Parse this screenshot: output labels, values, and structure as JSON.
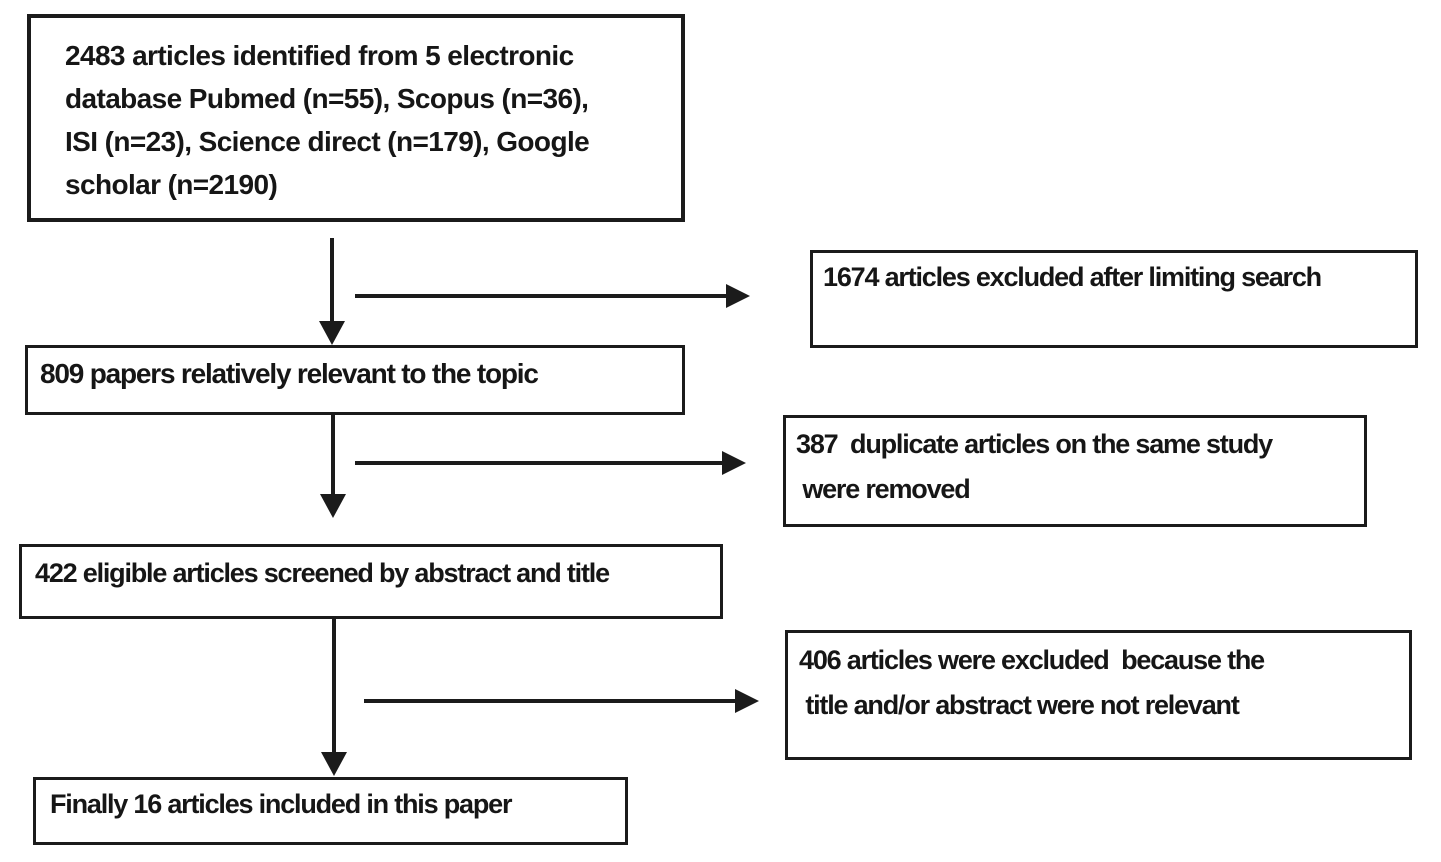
{
  "diagram": {
    "type": "flowchart",
    "background_color": "#ffffff",
    "line_color": "#1b1b1b",
    "text_color": "#161616",
    "boxes": {
      "identified": {
        "text": "2483 articles identified from 5 electronic\ndatabase Pubmed (n=55), Scopus (n=36),\nISI (n=23), Science direct (n=179), Google\nscholar (n=2190)",
        "count": 2483,
        "sources": [
          {
            "name": "Pubmed",
            "n": 55
          },
          {
            "name": "Scopus",
            "n": 36
          },
          {
            "name": "ISI",
            "n": 23
          },
          {
            "name": "Science direct",
            "n": 179
          },
          {
            "name": "Google scholar",
            "n": 2190
          }
        ]
      },
      "excluded_limiting": {
        "text": "1674 articles excluded after limiting search",
        "count": 1674
      },
      "relevant": {
        "text": "809 papers relatively relevant to the topic",
        "count": 809
      },
      "duplicates_removed": {
        "text": "387  duplicate articles on the same study\n were removed",
        "count": 387
      },
      "screened": {
        "text": "422 eligible articles screened by abstract and title",
        "count": 422
      },
      "excluded_not_relevant": {
        "text": "406 articles were excluded  because the\n title and/or abstract were not relevant",
        "count": 406
      },
      "included": {
        "text": "Finally 16 articles included in this paper",
        "count": 16
      }
    }
  }
}
